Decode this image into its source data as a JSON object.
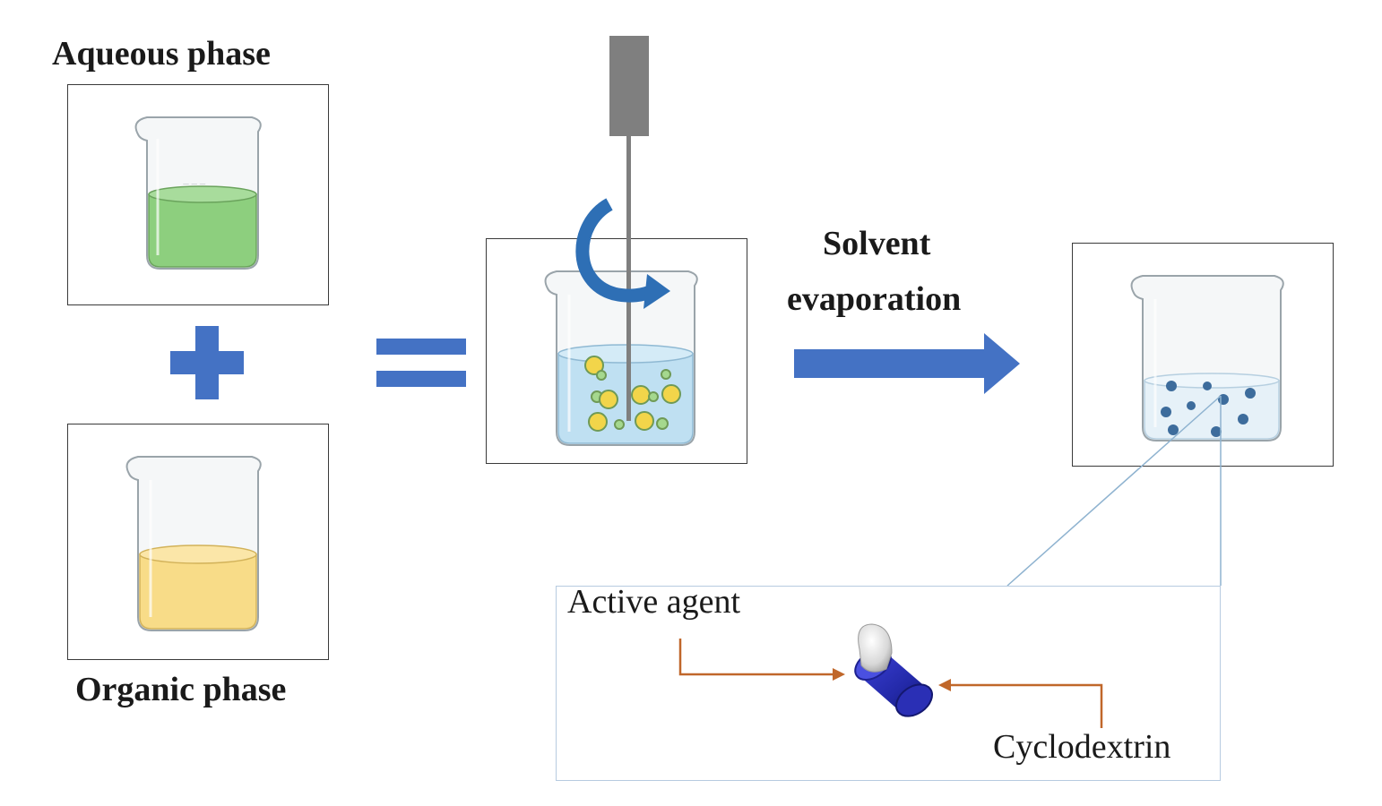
{
  "labels": {
    "aqueous": "Aqueous phase",
    "organic": "Organic phase",
    "process_line1": "Solvent",
    "process_line2": "evaporation",
    "active_agent": "Active agent",
    "cyclodextrin": "Cyclodextrin"
  },
  "symbols": {
    "plus": "plus-sign-icon",
    "equals": "equals-sign-icon",
    "arrow": "right-arrow-icon",
    "stirrer": "stirrer-icon",
    "rotation": "rotation-arrow-icon"
  },
  "colors": {
    "aqueous_liquid": "#8dcf7e",
    "organic_liquid": "#f8dc88",
    "emulsion_liquid": "#bfe0f2",
    "droplet_yellow": "#f2d54a",
    "droplet_green": "#a5d88e",
    "particle": "#3d6c9c",
    "symbol_blue": "#4472c4",
    "leader_orange": "#c0672a",
    "cd_blue": "#2a2fb5",
    "stirrer_gray": "#7f7f7f"
  }
}
